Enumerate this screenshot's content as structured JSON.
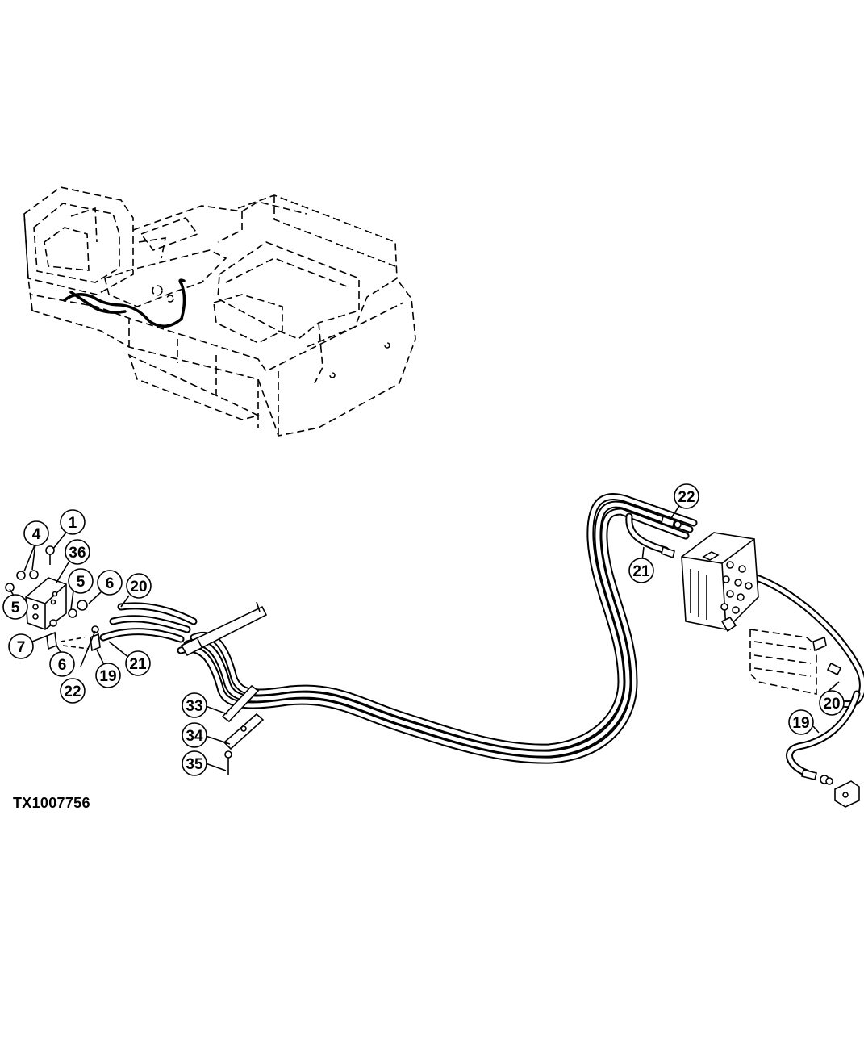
{
  "figure_id": "TX1007756",
  "callouts": [
    "1",
    "4",
    "36",
    "5",
    "5",
    "6",
    "20",
    "7",
    "6",
    "22",
    "19",
    "21",
    "33",
    "34",
    "35",
    "22",
    "21",
    "20",
    "19"
  ]
}
